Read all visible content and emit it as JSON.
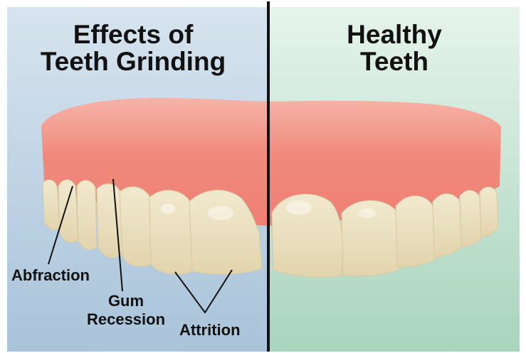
{
  "panels": {
    "left": {
      "title_line1": "Effects of",
      "title_line2": "Teeth Grinding"
    },
    "right": {
      "title_line1": "Healthy",
      "title_line2": "Teeth"
    }
  },
  "labels": {
    "abfraction": "Abfraction",
    "gum_recession_line1": "Gum",
    "gum_recession_line2": "Recession",
    "attrition": "Attrition"
  },
  "colors": {
    "left_bg": "#b9cfe2",
    "right_bg": "#cfe9dc",
    "gum": "#f0877c",
    "tooth": "#f4ecd2",
    "divider": "#111111"
  }
}
